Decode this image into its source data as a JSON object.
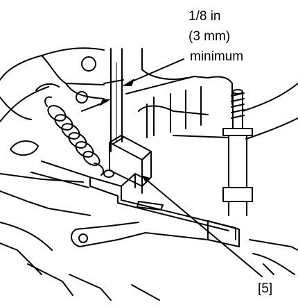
{
  "figure": {
    "clearance_label": {
      "line1": "1/8 in",
      "line2": "(3 mm)",
      "line3": "minimum"
    },
    "callout_label": "[5]",
    "stroke_color": "#000000",
    "background_color": "#ffffff"
  }
}
